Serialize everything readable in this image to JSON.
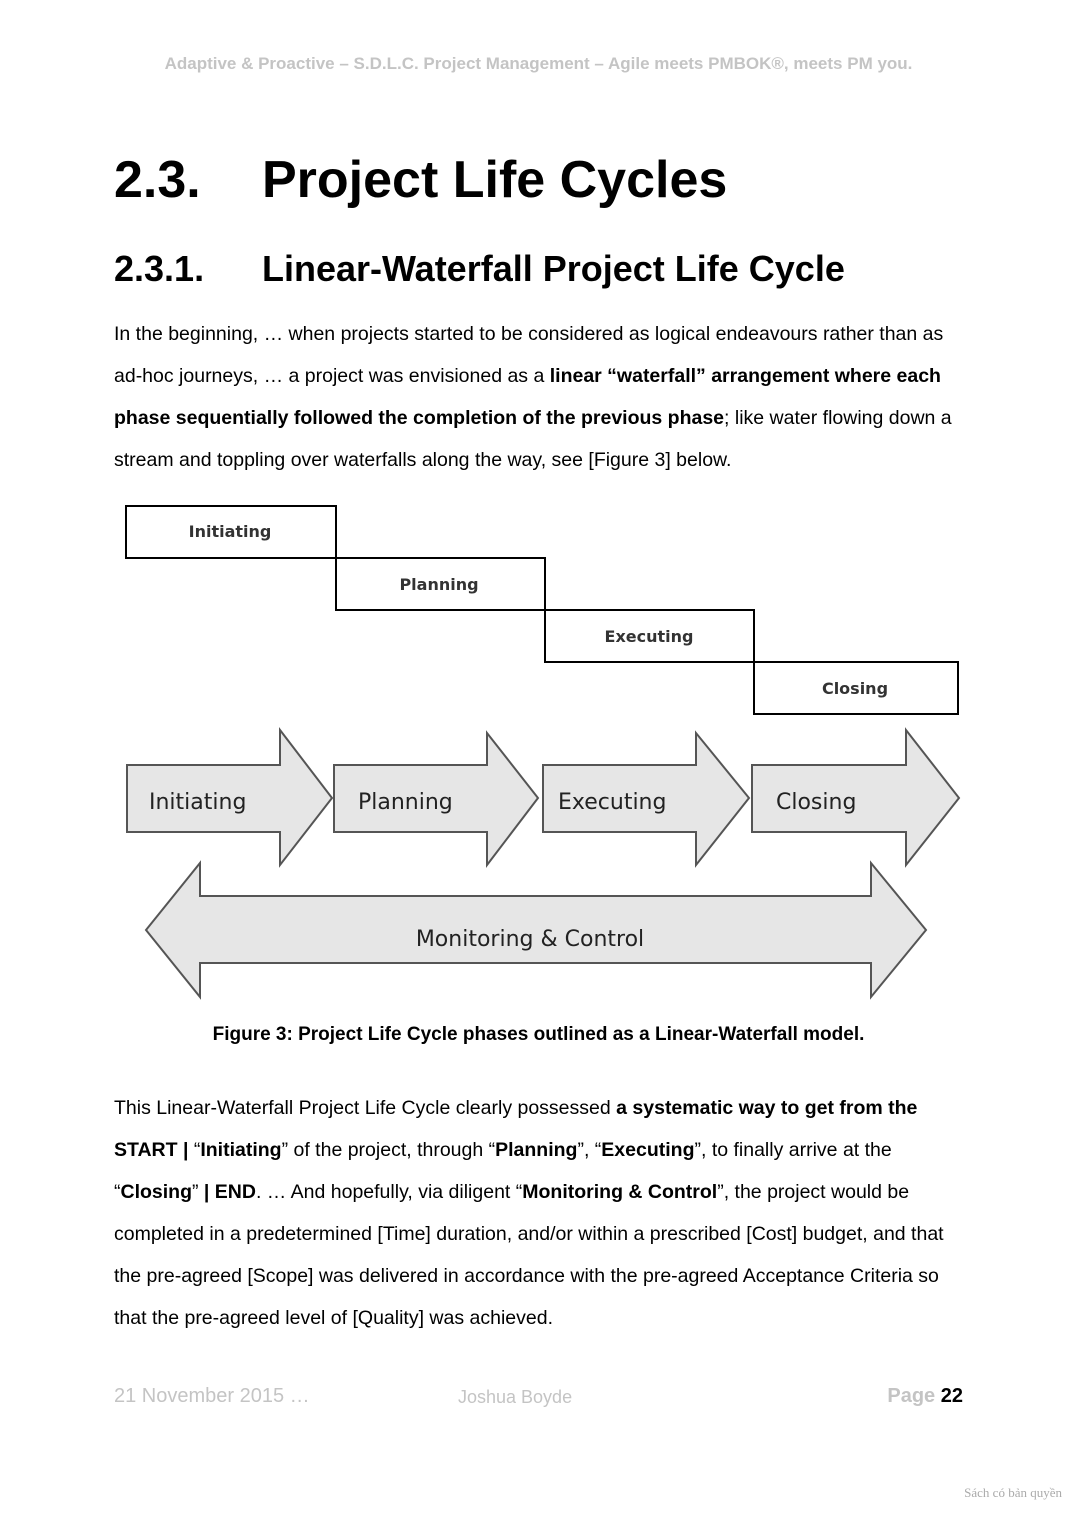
{
  "header": {
    "running_title": "Adaptive & Proactive – S.D.L.C. Project Management – Agile meets PMBOK®, meets PM you."
  },
  "section": {
    "number": "2.3.",
    "title": "Project Life Cycles"
  },
  "subsection": {
    "number": "2.3.1.",
    "title": "Linear-Waterfall Project Life Cycle"
  },
  "paragraph1": {
    "s1": "In the beginning, … when projects started to be considered as logical endeavours rather than as ad-hoc journeys, … a project was envisioned as a ",
    "b1": "linear “waterfall” arrangement where each phase sequentially followed the completion of the previous phase",
    "s2": "; like water flowing down a stream and toppling over waterfalls along the way, see [Figure 3] below."
  },
  "figure": {
    "waterfall_steps": [
      "Initiating",
      "Planning",
      "Executing",
      "Closing"
    ],
    "arrow_phases": [
      "Initiating",
      "Planning",
      "Executing",
      "Closing"
    ],
    "monitoring": "Monitoring & Control",
    "caption": "Figure 3: Project Life Cycle phases outlined as a Linear-Waterfall model."
  },
  "paragraph2": {
    "s1": "This Linear-Waterfall Project Life Cycle clearly possessed ",
    "b1": "a systematic way to get from the START |",
    "s2": " “",
    "b2": "Initiating",
    "s3": "” of the project, through “",
    "b3": "Planning",
    "s4": "”, “",
    "b4": "Executing",
    "s5": "”, to finally  arrive at the “",
    "b5": "Closing",
    "s6": "” ",
    "b6": "| END",
    "s7": ". … And hopefully, via diligent “",
    "b7": "Monitoring & Control",
    "s8": "”, the project would be completed in a predetermined [Time] duration, and/or within a prescribed [Cost] budget, and that the pre-agreed [Scope] was delivered in accordance with the pre-agreed Acceptance Criteria so that the pre-agreed level of [Quality] was achieved."
  },
  "footer": {
    "date": "21 November 2015 …",
    "author": "Joshua Boyde",
    "page_label": "Page",
    "page_number": "22"
  },
  "watermark": "Sách có bản quyền"
}
